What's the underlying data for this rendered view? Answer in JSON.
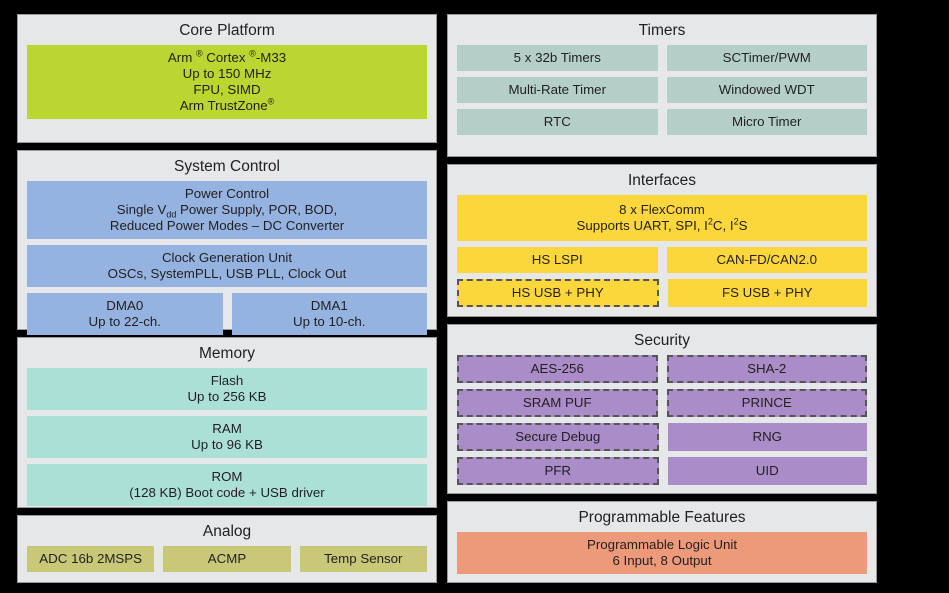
{
  "theme": {
    "background": "#000000",
    "panel_bg": "#e6e7e9",
    "core_green": "#bcd631",
    "system_blue": "#95b3e0",
    "memory_teal": "#abe0d6",
    "analog_olive": "#c8c878",
    "timers_teal": "#b4cfc8",
    "interfaces_yellow": "#fcd73c",
    "security_purple": "#a98cc8",
    "programmable_orange": "#ec9a7a"
  },
  "left_column": {
    "core_platform": {
      "title": "Core Platform",
      "block": {
        "lines": [
          "Arm ® Cortex ®-M33",
          "Up to 150 MHz",
          "FPU, SIMD",
          "Arm TrustZone®"
        ]
      }
    },
    "system_control": {
      "title": "System Control",
      "power_control": {
        "line1": "Power Control",
        "line2_pre": "Single V",
        "line2_sub": "dd",
        "line2_post": " Power Supply, POR, BOD,",
        "line3": "Reduced Power Modes – DC Converter"
      },
      "clock": {
        "line1": "Clock Generation Unit",
        "line2": "OSCs, SystemPLL, USB PLL, Clock Out"
      },
      "dma": [
        {
          "line1": "DMA0",
          "line2": "Up to 22-ch."
        },
        {
          "line1": "DMA1",
          "line2": "Up to 10-ch."
        }
      ]
    },
    "memory": {
      "title": "Memory",
      "blocks": [
        {
          "line1": "Flash",
          "line2": "Up to 256 KB"
        },
        {
          "line1": "RAM",
          "line2": "Up to 96 KB"
        },
        {
          "line1": "ROM",
          "line2": "(128 KB) Boot code + USB driver"
        }
      ]
    },
    "analog": {
      "title": "Analog",
      "blocks": [
        "ADC 16b 2MSPS",
        "ACMP",
        "Temp Sensor"
      ]
    }
  },
  "right_column": {
    "timers": {
      "title": "Timers",
      "rows": [
        [
          "5 x 32b Timers",
          "SCTimer/PWM"
        ],
        [
          "Multi-Rate  Timer",
          "Windowed WDT"
        ],
        [
          "RTC",
          "Micro  Timer"
        ]
      ]
    },
    "interfaces": {
      "title": "Interfaces",
      "flexcomm": {
        "line1": "8 x FlexComm",
        "line2_a": "Supports UART, SPI, I",
        "line2_sup1": "2",
        "line2_b": "C, I",
        "line2_sup2": "2",
        "line2_c": "S"
      },
      "rows": [
        [
          {
            "label": "HS LSPI",
            "dashed": false
          },
          {
            "label": "CAN-FD/CAN2.0",
            "dashed": false
          }
        ],
        [
          {
            "label": "HS USB + PHY",
            "dashed": true
          },
          {
            "label": "FS USB + PHY",
            "dashed": false
          }
        ]
      ]
    },
    "security": {
      "title": "Security",
      "rows": [
        [
          {
            "label": "AES-256",
            "dashed": true
          },
          {
            "label": "SHA-2",
            "dashed": true
          }
        ],
        [
          {
            "label": "SRAM PUF",
            "dashed": true
          },
          {
            "label": "PRINCE",
            "dashed": true
          }
        ],
        [
          {
            "label": "Secure Debug",
            "dashed": true
          },
          {
            "label": "RNG",
            "dashed": false
          }
        ],
        [
          {
            "label": "PFR",
            "dashed": true
          },
          {
            "label": "UID",
            "dashed": false
          }
        ]
      ]
    },
    "programmable": {
      "title": "Programmable Features",
      "block": {
        "line1": "Programmable Logic Unit",
        "line2": "6 Input, 8 Output"
      }
    }
  }
}
